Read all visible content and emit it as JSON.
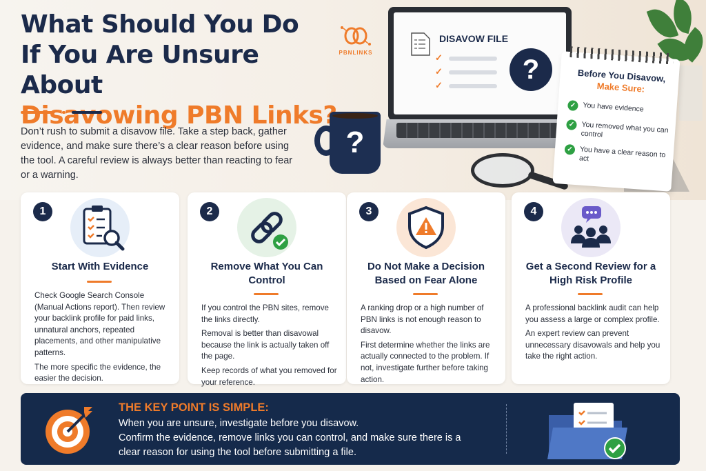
{
  "headline": {
    "line1": "What Should You Do",
    "line2": "If You Are Unsure About",
    "line3": "Disavowing PBN Links?"
  },
  "intro": "Don’t rush to submit a disavow file. Take a step back, gather evidence, and make sure there’s a clear reason before using the tool. A careful review is always better than reacting to fear or a warning.",
  "logo": {
    "text": "PBNLINKS",
    "icon": "chain-links-logo-icon"
  },
  "laptop": {
    "screen_title": "DISAVOW FILE",
    "icon": "question-circle-icon"
  },
  "mug": {
    "icon": "question-mark-icon"
  },
  "checklist": {
    "heading1": "Before You Disavow,",
    "heading2": "Make Sure:",
    "items": [
      "You have evidence",
      "You removed what you can control",
      "You have a clear reason to act"
    ]
  },
  "cards": [
    {
      "number": "1",
      "title": "Start With Evidence",
      "icon": "clipboard-magnifier-icon",
      "paragraphs": [
        "Check Google Search Console (Manual Actions report). Then review your backlink profile for paid links, unnatural anchors, repeated placements, and other manipulative patterns.",
        "The more specific the evidence, the easier the decision."
      ]
    },
    {
      "number": "2",
      "title": "Remove What You Can Control",
      "icon": "chain-link-check-icon",
      "paragraphs": [
        "If you control the PBN sites, remove the links directly.",
        "Removal is better than disavowal because the link is actually taken off the page.",
        "Keep records of what you removed for your reference."
      ]
    },
    {
      "number": "3",
      "title": "Do Not Make a Decision Based on Fear Alone",
      "icon": "warning-shield-icon",
      "paragraphs": [
        "A ranking drop or a high number of PBN links is not enough reason to disavow.",
        "First determine whether the links are actually connected to the problem. If not, investigate further before taking action."
      ]
    },
    {
      "number": "4",
      "title": "Get a Second Review for a High Risk Profile",
      "icon": "team-chat-icon",
      "paragraphs": [
        "A professional backlink audit can help you assess a large or complex profile.",
        "An expert review can prevent unnecessary disavowals and help you take the right action."
      ]
    }
  ],
  "banner": {
    "title": "THE KEY POINT IS SIMPLE:",
    "line1": "When you are unsure, investigate before you disavow.",
    "line2": "Confirm the evidence, remove links you can control, and make sure there is a clear reason for using the tool before submitting a file.",
    "icon_left": "target-arrow-icon",
    "icon_right": "folder-checklist-icon"
  },
  "colors": {
    "navy": "#1b2a4a",
    "orange": "#ef7b2a",
    "green": "#2ea043"
  }
}
